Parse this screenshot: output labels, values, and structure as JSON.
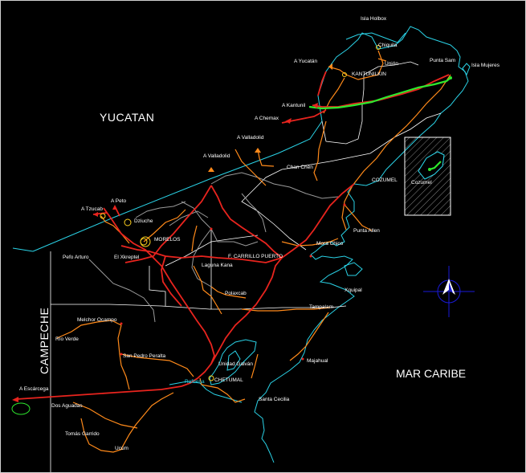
{
  "regions": {
    "yucatan": "YUCATAN",
    "campeche": "CAMPECHE",
    "sea": "MAR CARIBE"
  },
  "places": {
    "isla_holbox": "Isla Holbox",
    "chiquila": "Chiquila",
    "union": "Unión",
    "a_yucatan": "A Yucatán",
    "kantunilkin": "KANTUNILKIN",
    "punta_sam": "Punta Sam",
    "isla_mujeres": "Isla Mujeres",
    "a_kantunil": "A Kantunil",
    "a_chemax": "A Chemax",
    "a_valladolid_1": "A Valladolid",
    "a_valladolid_2": "A Valladolid",
    "chan_chen": "Chan Chén",
    "cozumel": "COZUMEL",
    "cozumel_city": "Cozumel",
    "a_peto": "A Peto",
    "a_tzucab": "A Tzucab",
    "dziuche": "Dziuche",
    "morelos": "MORELOS",
    "punta_allen": "Punta Allen",
    "mora_chico": "Mora Chico",
    "f_carrillo_puerto": "F. CARRILLO PUERTO",
    "pefo_arturo": "Pefo Arturo",
    "el_xkreptel": "El Xkreptel",
    "laguna_kana": "Laguna Kana",
    "polaxcab": "Polaxcab",
    "xquipal": "Xquipal",
    "tampalam": "Tampalam",
    "melchor_ocampo": "Melchor Ocampo",
    "rio_verde": "Río Verde",
    "san_pedro_peralta": "San Pedro Peralta",
    "unidad_galvan": "Unidad Galván",
    "majahual": "Majahual",
    "chetumal": "CHETUMAL",
    "nicolas": "Rafbena",
    "a_escarcega": "A Escárcega",
    "dos_aguadas": "Dos Aguadas",
    "santa_cecilia": "Santa Cecilia",
    "tomas_garrido": "Tomás Garrido",
    "ucum": "Ucúm"
  },
  "colors": {
    "coast": "#2ad2e6",
    "border": "#ffffff",
    "highway": "#e8241e",
    "road": "#ff8a1a",
    "secondary": "#9a9a9a",
    "toll": "#2ee82e",
    "north": "#1a1ad8",
    "label": "#ffffff"
  },
  "legend": {
    "north_arrow": "compass-rose-icon"
  }
}
